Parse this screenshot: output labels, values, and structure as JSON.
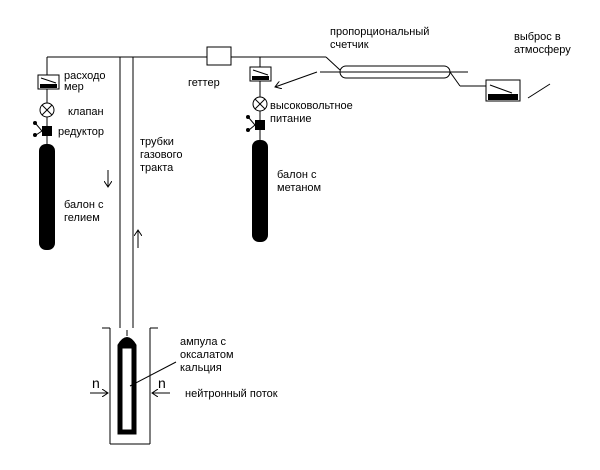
{
  "labels": {
    "flowmeter_line1": "расходо",
    "flowmeter_line2": "мер",
    "valve": "клапан",
    "reducer": "редуктор",
    "helium_line1": "балон с",
    "helium_line2": "гелием",
    "tubes_line1": "трубки",
    "tubes_line2": "газового",
    "tubes_line3": "тракта",
    "getter": "геттер",
    "counter_line1": "пропорциональный",
    "counter_line2": "счетчик",
    "exhaust_line1": "выброс в",
    "exhaust_line2": "атмосферу",
    "hv_line1": "высоковольтное",
    "hv_line2": "питание",
    "methane_line1": "балон с",
    "methane_line2": "метаном",
    "ampoule_line1": "ампула с",
    "ampoule_line2": "оксалатом",
    "ampoule_line3": "кальция",
    "neutron_flux": "нейтронный поток",
    "neutron_symbol": "n"
  },
  "colors": {
    "line": "#000000",
    "background": "#ffffff"
  }
}
